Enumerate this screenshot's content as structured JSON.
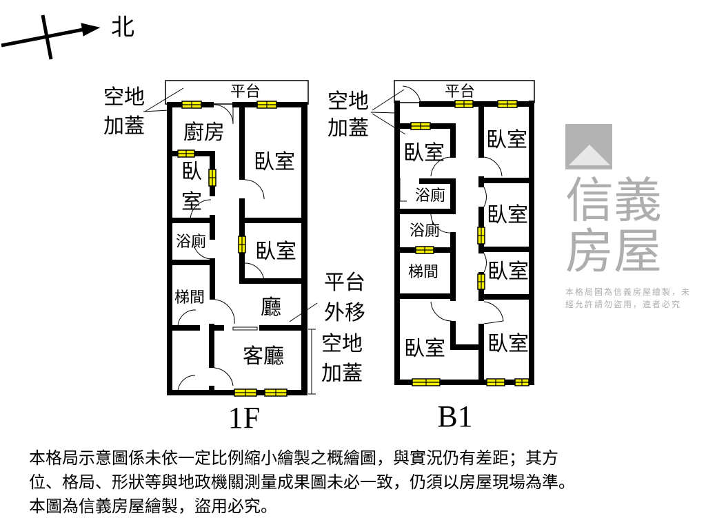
{
  "compass": {
    "north_label": "北"
  },
  "floor_1f": {
    "title": "1F",
    "rooms": {
      "platform_top": "平台",
      "extension_left_1": "空地",
      "extension_left_2": "加蓋",
      "kitchen": "廚房",
      "bedroom_a": "臥室",
      "bedroom_small_1": "臥",
      "bedroom_small_2": "室",
      "bathroom": "浴廁",
      "bedroom_b": "臥室",
      "platform_moved_1": "平台",
      "platform_moved_2": "外移",
      "stairwell": "梯間",
      "hall": "廳",
      "living_room": "客廳",
      "extension_right_1": "空地",
      "extension_right_2": "加蓋"
    }
  },
  "floor_b1": {
    "title": "B1",
    "rooms": {
      "platform_top": "平台",
      "extension_1": "空地",
      "extension_2": "加蓋",
      "bedroom_1": "臥室",
      "bedroom_2": "臥室",
      "bathroom_1": "浴廁",
      "bedroom_3": "臥室",
      "bathroom_2": "浴廁",
      "stairwell": "梯間",
      "bedroom_4": "臥室",
      "bedroom_5": "臥室",
      "bedroom_6": "臥室"
    }
  },
  "watermark": {
    "brand": "信義房屋",
    "notice": "本格局圖為信義房屋繪製，未經允許請勿盜用，違者必究"
  },
  "disclaimer": {
    "line1": "本格局示意圖係未依一定比例縮小繪製之概繪圖，與實況仍有差距；其方",
    "line2": "位、格局、形狀等與地政機關測量成果圖未必一致，仍須以房屋現場為準。",
    "line3": "本圖為信義房屋繪製，盜用必究。"
  },
  "colors": {
    "wall": "#000000",
    "window": "#f5f000",
    "watermark": "#8c8c8c"
  }
}
